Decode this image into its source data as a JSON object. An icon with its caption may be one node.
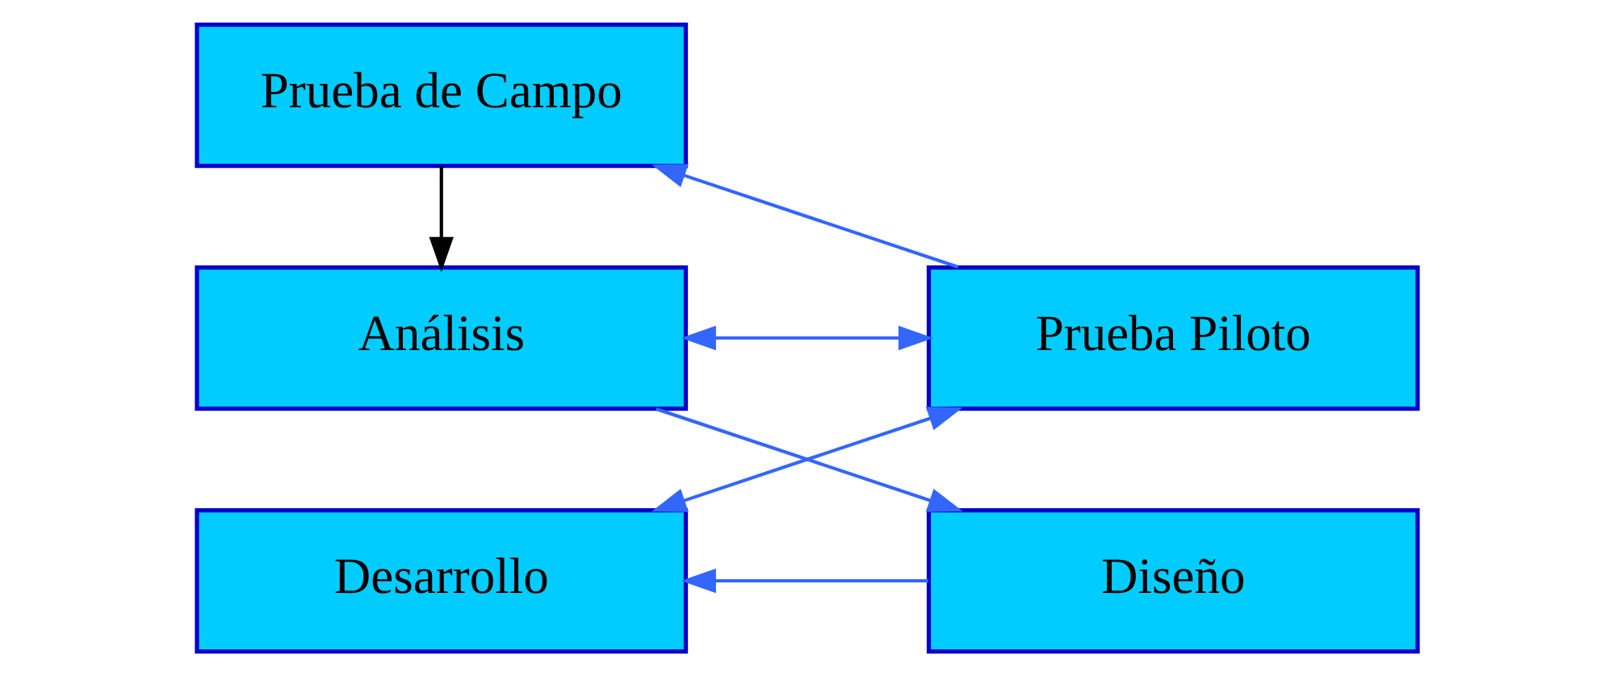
{
  "diagram": {
    "nodes": [
      {
        "text": [
          "Análisis"
        ]
      },
      {
        "text": [
          "Prueba Piloto"
        ]
      },
      {
        "text": [
          "Prueba de Campo"
        ]
      },
      {
        "text": [
          "Diseño"
        ]
      },
      {
        "text": [
          "Desarrollo"
        ]
      }
    ],
    "edges": [
      {
        "from": 1,
        "to": 0,
        "arrow": "both"
      },
      {
        "from": 0,
        "to": 3,
        "arrow": "to"
      },
      {
        "from": 3,
        "to": 4,
        "arrow": "to"
      },
      {
        "from": 4,
        "to": 1,
        "arrow": "both"
      },
      {
        "from": 1,
        "to": 2,
        "arrow": "to"
      },
      {
        "from": 2,
        "to": 0,
        "arrow": "to",
        "color": "#000000"
      }
    ]
  }
}
